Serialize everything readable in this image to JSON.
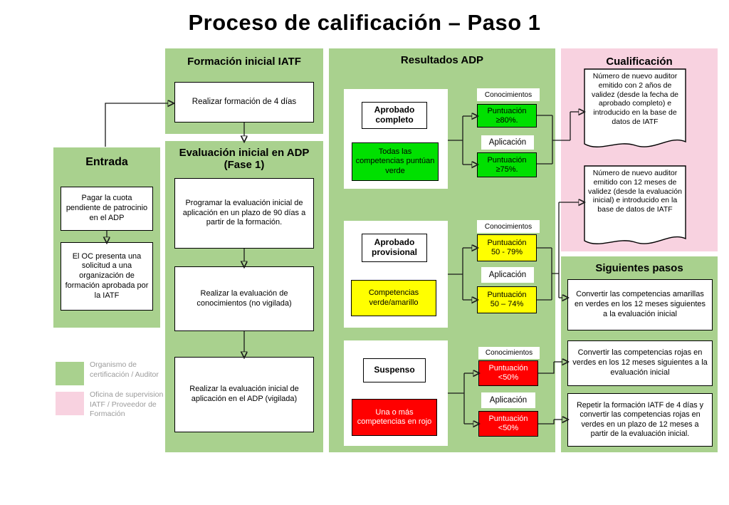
{
  "title": "Proceso de calificación – Paso 1",
  "entrada": {
    "title": "Entrada",
    "box1": "Pagar la cuota pendiente de patrocinio en el ADP",
    "box2": "El OC presenta una solicitud a una organización de formación aprobada por la IATF"
  },
  "formacion": {
    "title": "Formación inicial IATF",
    "box1": "Realizar formación de 4 días"
  },
  "evaluacion": {
    "title": "Evaluación inicial en ADP (Fase 1)",
    "box1": "Programar la evaluación inicial de aplicación en un plazo de 90 días a partir de la formación.",
    "box2": "Realizar la evaluación de conocimientos (no vigilada)",
    "box3": "Realizar la evaluación inicial de aplicación en el ADP (vigilada)"
  },
  "resultados": {
    "title": "Resultados ADP",
    "outcomes": [
      {
        "name": "Aprobado completo",
        "status": "Todas las competencias puntúan verde",
        "k_label": "Conocimientos",
        "k_score": "Puntuación ≥80%.",
        "a_label": "Aplicación",
        "a_score": "Puntuación ≥75%."
      },
      {
        "name": "Aprobado provisional",
        "status": "Competencias verde/amarillo",
        "k_label": "Conocimientos",
        "k_score": "Puntuación 50 - 79%",
        "a_label": "Aplicación",
        "a_score": "Puntuación 50 – 74%"
      },
      {
        "name": "Suspenso",
        "status": "Una o más competencias en rojo",
        "k_label": "Conocimientos",
        "k_score": "Puntuación <50%",
        "a_label": "Aplicación",
        "a_score": "Puntuación <50%"
      }
    ]
  },
  "cualificacion": {
    "title": "Cualificación",
    "doc1": "Número de nuevo auditor emitido con 2 años de validez (desde la fecha de aprobado completo) e introducido en la base de datos de IATF",
    "doc2": "Número de nuevo auditor emitido con 12 meses de validez (desde la evaluación inicial) e introducido en la base de datos de IATF"
  },
  "siguientes": {
    "title": "Siguientes pasos",
    "box1": "Convertir las competencias amarillas en verdes en los 12 meses siguientes a la evaluación inicial",
    "box2": "Convertir las competencias rojas en verdes en los 12 meses siguientes a la evaluación inicial",
    "box3": "Repetir la formación IATF de 4 días y convertir las competencias rojas en verdes en un plazo de 12 meses a partir de la evaluación inicial."
  },
  "legend": [
    {
      "label": "Organismo de certificación / Auditor",
      "color": "#a9d18e"
    },
    {
      "label": "Oficina de supervision IATF  / Proveedor de Formación",
      "color": "#f8d2e0"
    }
  ],
  "colors": {
    "panel_green": "#a9d18e",
    "panel_pink": "#f8d2e0",
    "pass_green": "#00e000",
    "warn_yellow": "#ffff00",
    "fail_red": "#ff0000",
    "legend_text": "#9b9b9b"
  }
}
